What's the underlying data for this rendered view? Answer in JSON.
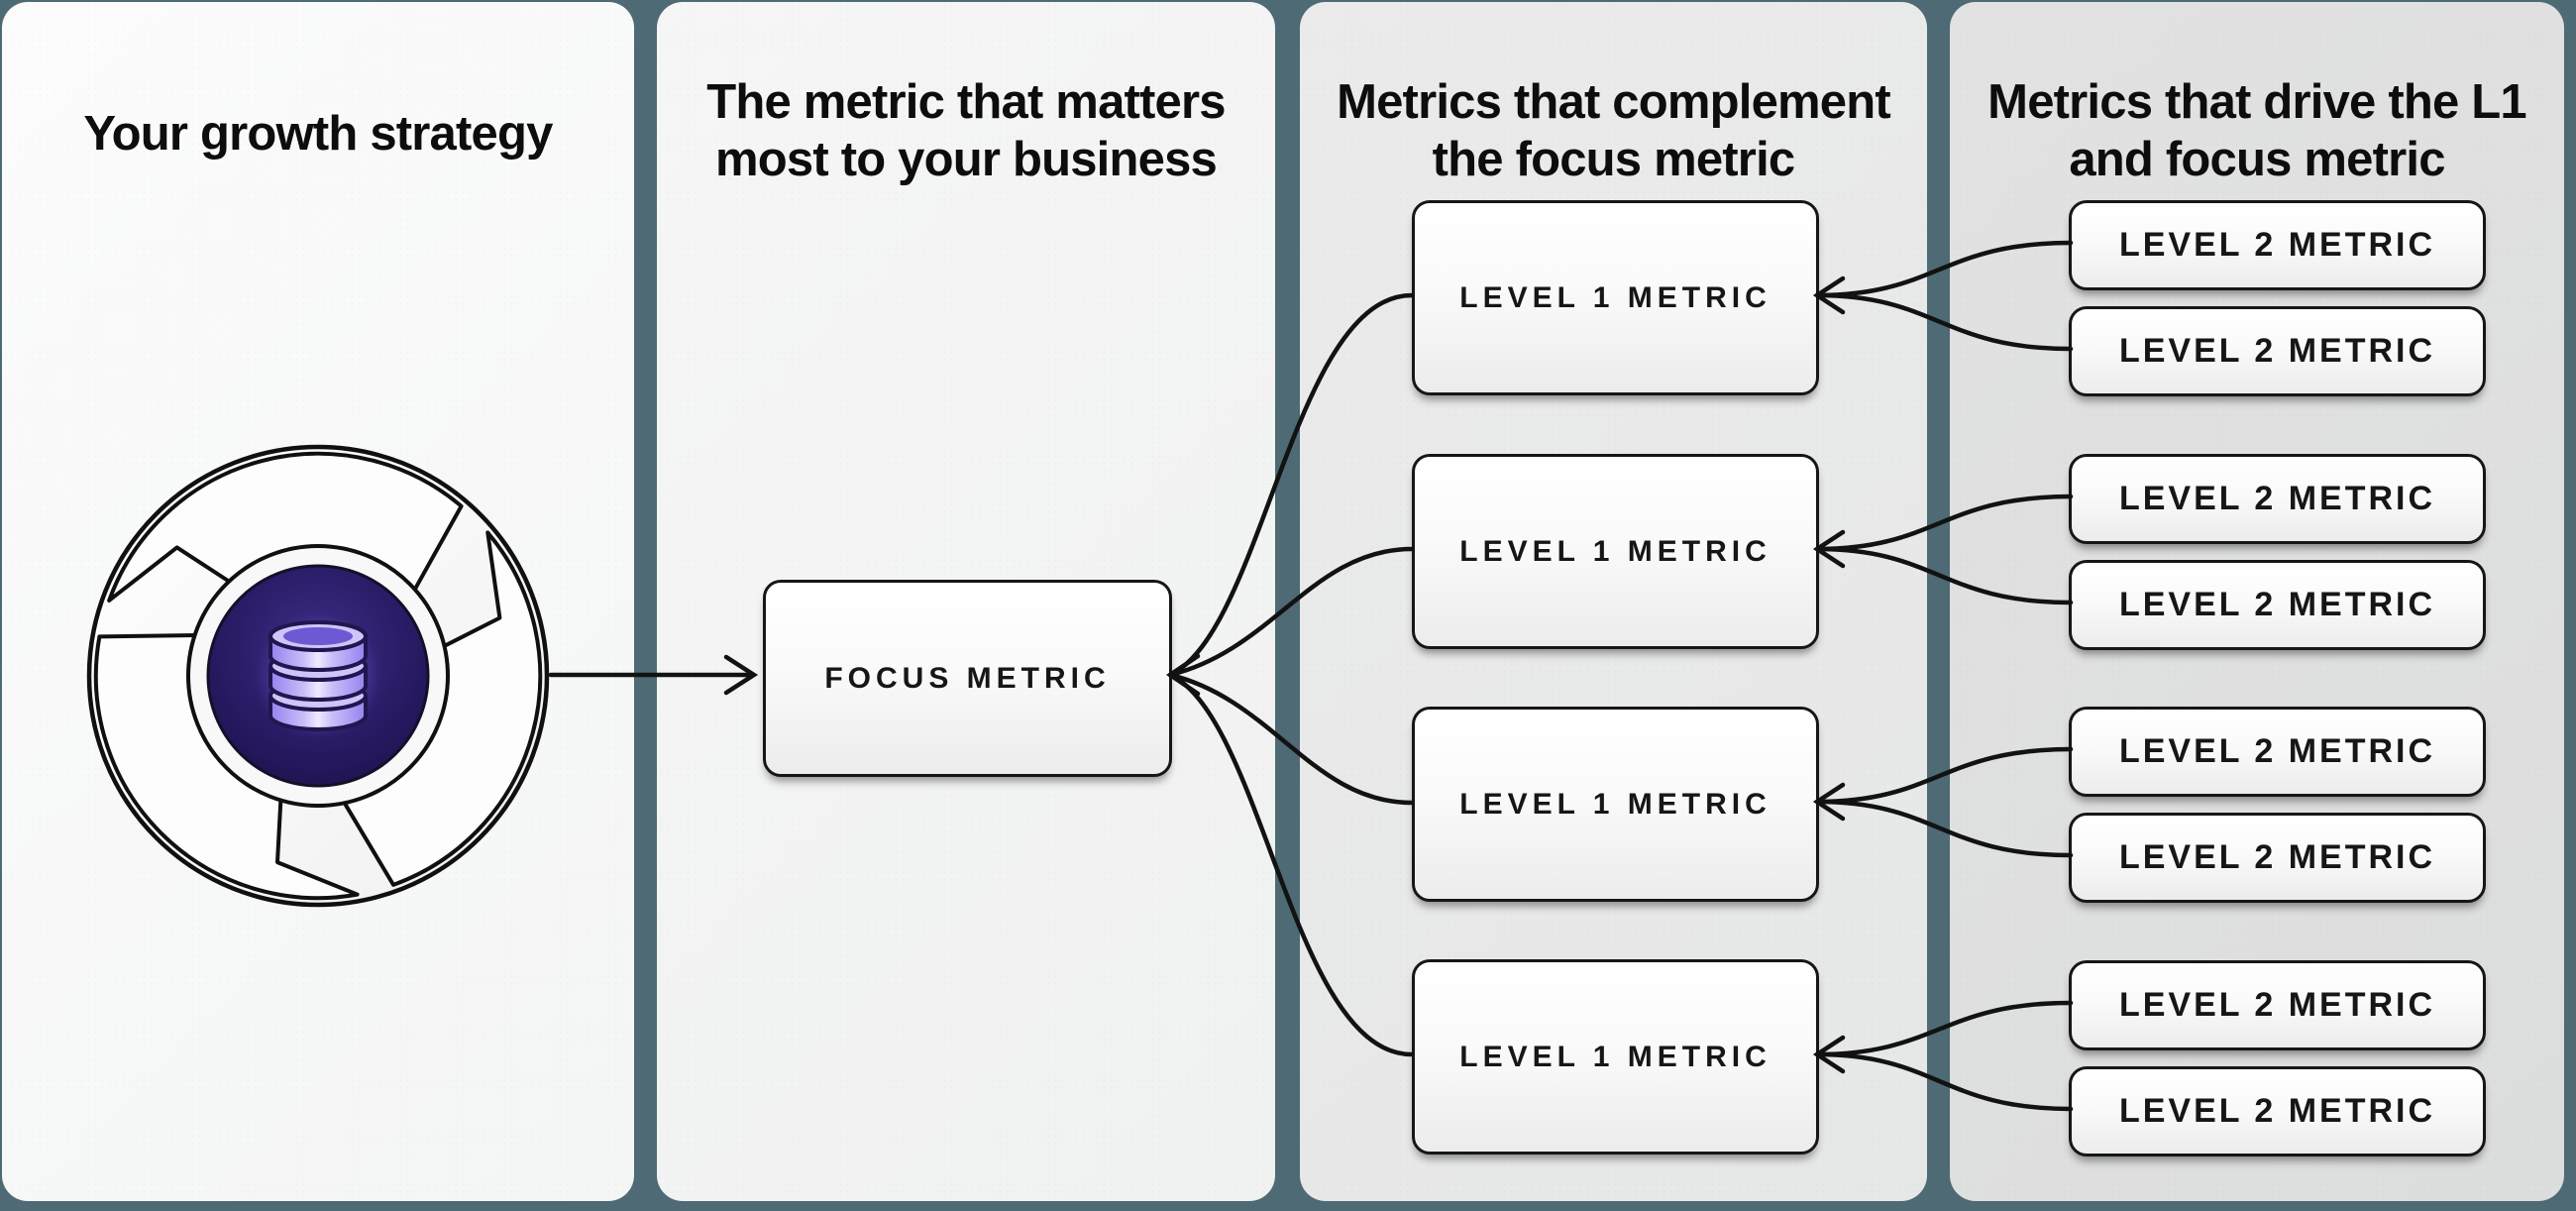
{
  "diagram": {
    "panels": [
      {
        "title": "Your growth strategy"
      },
      {
        "title": "The metric that matters\nmost to your business"
      },
      {
        "title": "Metrics that complement\nthe focus metric"
      },
      {
        "title": "Metrics that drive the L1\nand focus metric"
      }
    ],
    "nodes": {
      "focus": {
        "label": "FOCUS METRIC"
      },
      "l1": [
        {
          "label": "LEVEL 1 METRIC"
        },
        {
          "label": "LEVEL 1 METRIC"
        },
        {
          "label": "LEVEL 1 METRIC"
        },
        {
          "label": "LEVEL 1 METRIC"
        }
      ],
      "l2": [
        {
          "label": "LEVEL 2 METRIC"
        },
        {
          "label": "LEVEL 2 METRIC"
        },
        {
          "label": "LEVEL 2 METRIC"
        },
        {
          "label": "LEVEL 2 METRIC"
        },
        {
          "label": "LEVEL 2 METRIC"
        },
        {
          "label": "LEVEL 2 METRIC"
        },
        {
          "label": "LEVEL 2 METRIC"
        },
        {
          "label": "LEVEL 2 METRIC"
        }
      ]
    },
    "edges": [
      {
        "from": "growth-strategy-flywheel",
        "to": "focus-metric",
        "arrow": true
      },
      {
        "from": "level-1-metric-1",
        "to": "focus-metric",
        "arrow": true
      },
      {
        "from": "level-1-metric-2",
        "to": "focus-metric",
        "arrow": true
      },
      {
        "from": "level-1-metric-3",
        "to": "focus-metric",
        "arrow": true
      },
      {
        "from": "level-1-metric-4",
        "to": "focus-metric",
        "arrow": true
      },
      {
        "from": "level-2-metric-1",
        "to": "level-1-metric-1",
        "arrow": true
      },
      {
        "from": "level-2-metric-2",
        "to": "level-1-metric-1",
        "arrow": true
      },
      {
        "from": "level-2-metric-3",
        "to": "level-1-metric-2",
        "arrow": true
      },
      {
        "from": "level-2-metric-4",
        "to": "level-1-metric-2",
        "arrow": true
      },
      {
        "from": "level-2-metric-5",
        "to": "level-1-metric-3",
        "arrow": true
      },
      {
        "from": "level-2-metric-6",
        "to": "level-1-metric-3",
        "arrow": true
      },
      {
        "from": "level-2-metric-7",
        "to": "level-1-metric-4",
        "arrow": true
      },
      {
        "from": "level-2-metric-8",
        "to": "level-1-metric-4",
        "arrow": true
      }
    ],
    "icons": {
      "flywheel": "growth-loop-flywheel-icon",
      "database": "database-icon"
    },
    "colors": {
      "background_teal": "#4e6a74",
      "panel_1": "#f6f6f6",
      "panel_2": "#f2f3f3",
      "panel_3": "#e9e9e9",
      "panel_4": "#dfdfdf",
      "node_border": "#16161a",
      "edge_line": "#121212",
      "accent_purple": "#8b72f3",
      "core_dark_purple": "#251a5c"
    }
  }
}
